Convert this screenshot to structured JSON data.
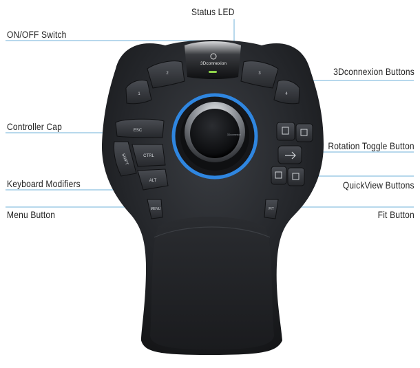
{
  "labels": {
    "status_led": "Status LED",
    "on_off_switch": "ON/OFF Switch",
    "buttons_3dconnexion": "3Dconnexion Buttons",
    "controller_cap": "Controller Cap",
    "rotation_toggle": "Rotation Toggle Button",
    "keyboard_modifiers": "Keyboard Modifiers",
    "quickview_buttons": "QuickView Buttons",
    "menu_button": "Menu Button",
    "fit_button": "Fit Button"
  },
  "device": {
    "brand": "3Dconnexion",
    "cap_text": "3Dconnexion",
    "keys": {
      "k1": "1",
      "k2": "2",
      "k3": "3",
      "k4": "4",
      "esc": "ESC",
      "ctrl": "CTRL",
      "shift": "SHIFT",
      "alt": "ALT",
      "menu": "MENU",
      "fit": "FIT"
    }
  },
  "colors": {
    "leader_line": "#6fb0d8",
    "led": "#8fd44a",
    "ring": "#2f86e0"
  }
}
